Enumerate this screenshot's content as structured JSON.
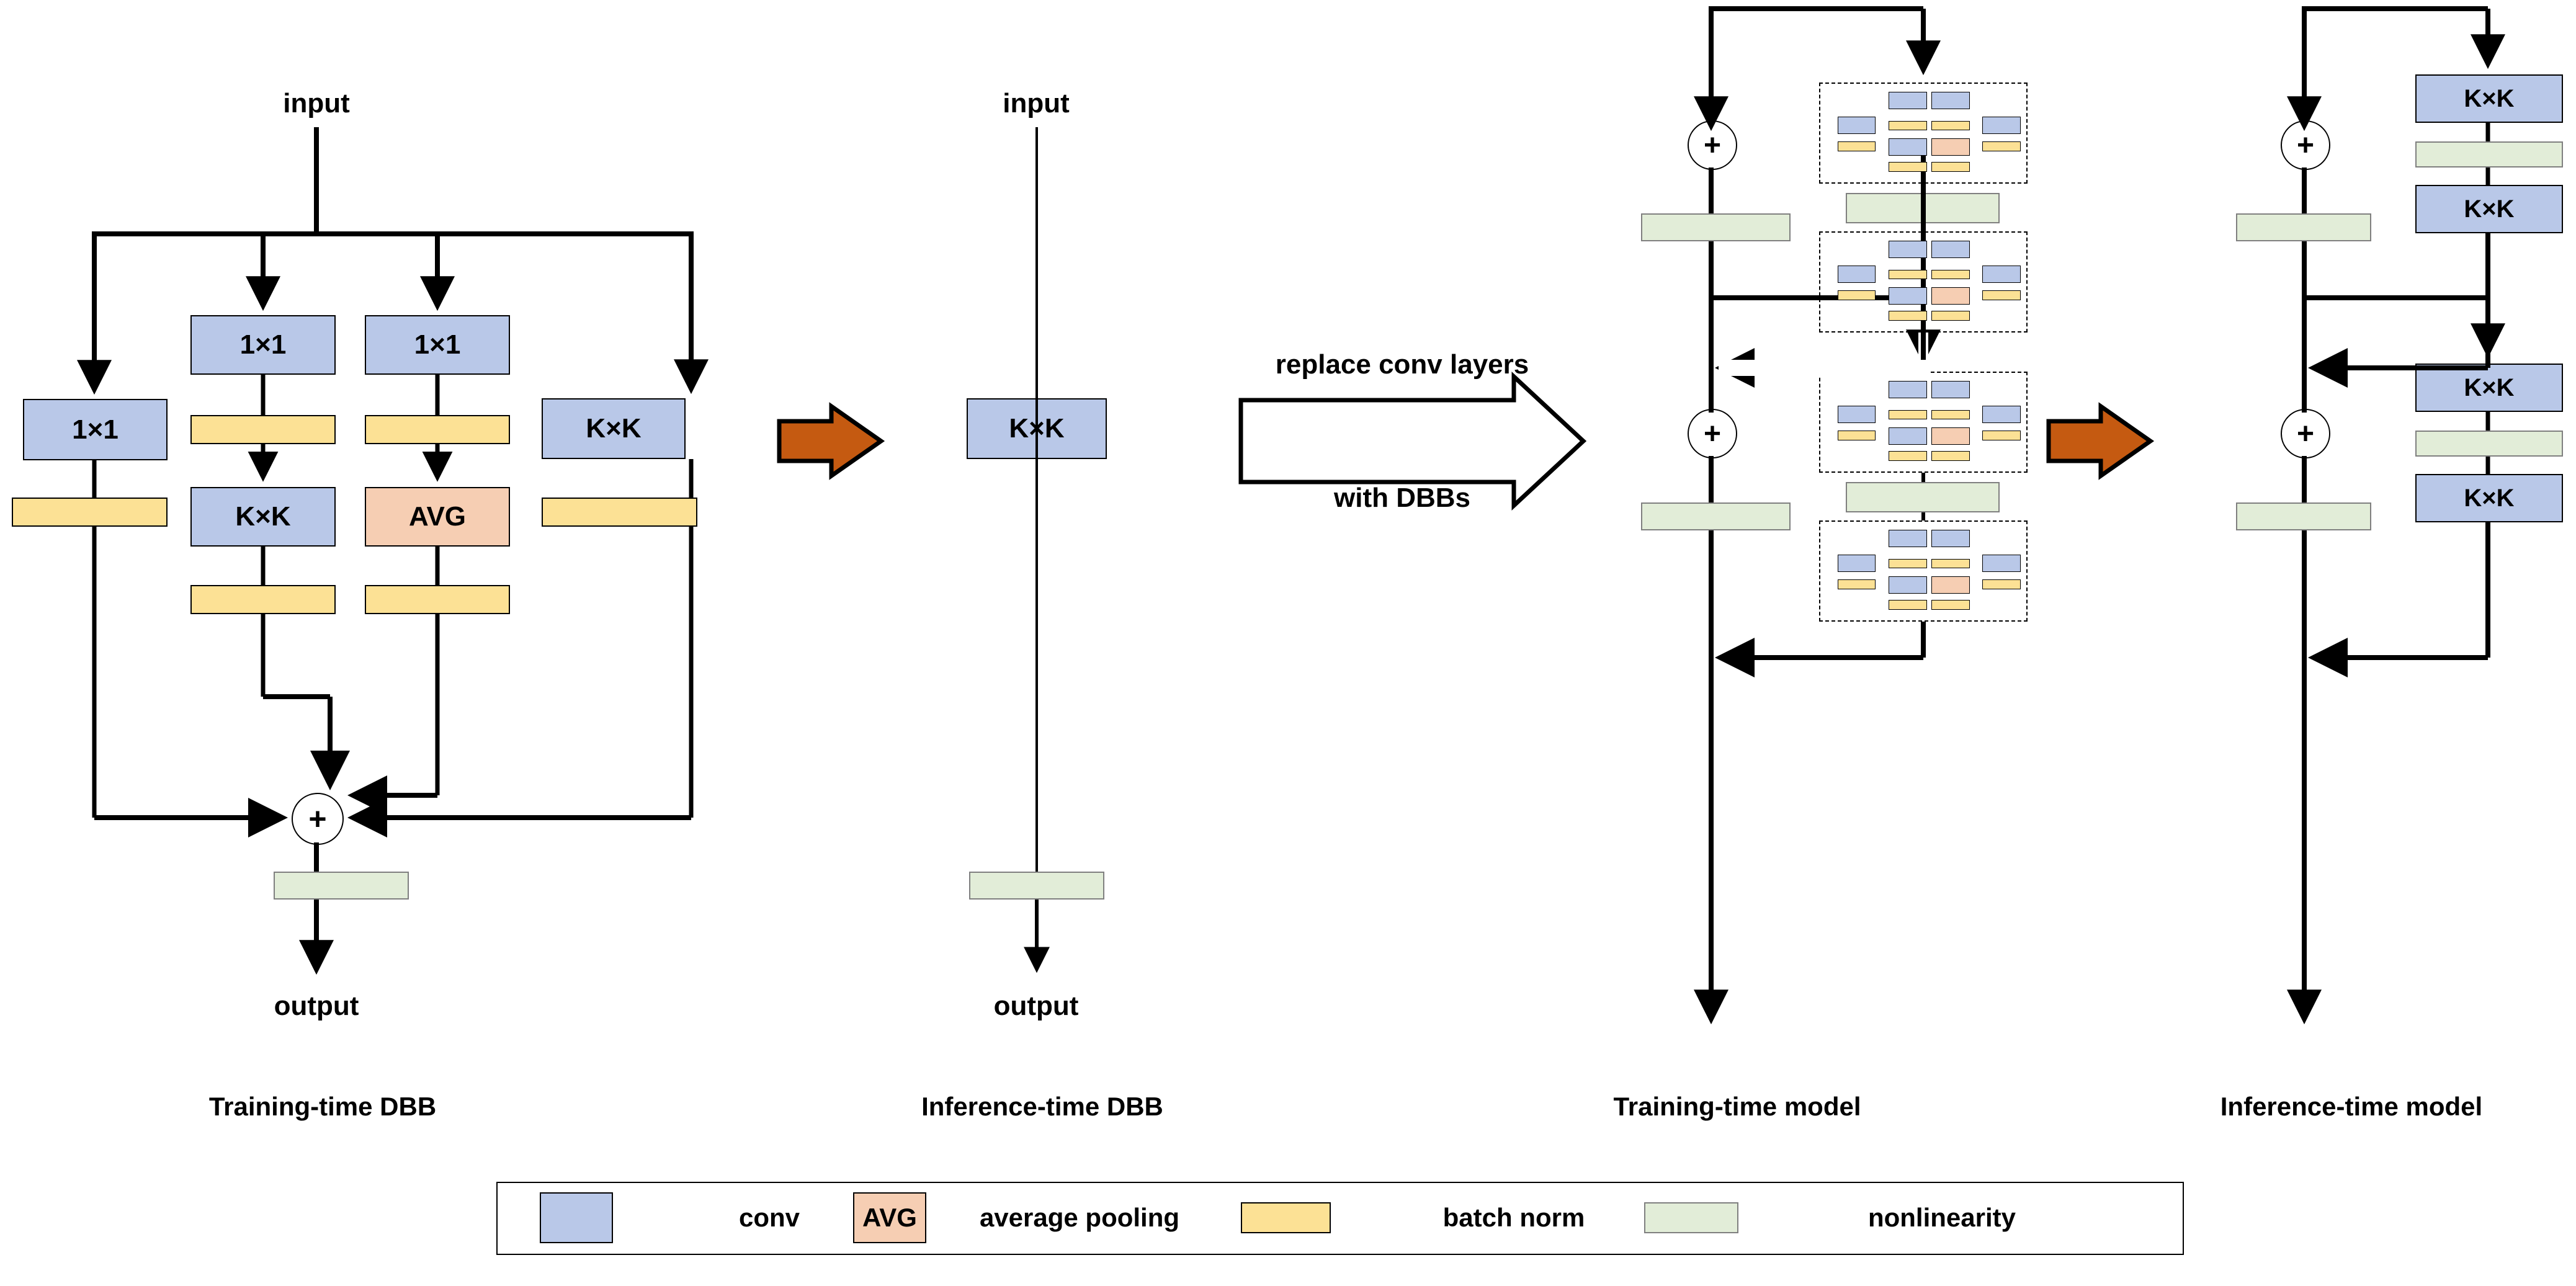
{
  "colors": {
    "conv": "#B9C8E8",
    "avg": "#F6CEB3",
    "batch_norm": "#FCE195",
    "nonlinearity": "#E2EDD8",
    "arrow_orange": "#C55A11",
    "line": "#000000"
  },
  "panels": [
    {
      "id": "training-time-dbb",
      "caption": "Training-time DBB",
      "input_label": "input",
      "output_label": "output",
      "branches": [
        {
          "id": "branch-1",
          "blocks": [
            {
              "type": "conv",
              "label": "1×1"
            },
            {
              "type": "batch_norm",
              "label": ""
            }
          ]
        },
        {
          "id": "branch-2",
          "blocks": [
            {
              "type": "conv",
              "label": "1×1"
            },
            {
              "type": "batch_norm",
              "label": ""
            },
            {
              "type": "conv",
              "label": "K×K"
            },
            {
              "type": "batch_norm",
              "label": ""
            }
          ]
        },
        {
          "id": "branch-3",
          "blocks": [
            {
              "type": "conv",
              "label": "1×1"
            },
            {
              "type": "batch_norm",
              "label": ""
            },
            {
              "type": "avg",
              "label": "AVG"
            },
            {
              "type": "batch_norm",
              "label": ""
            }
          ]
        },
        {
          "id": "branch-4",
          "blocks": [
            {
              "type": "conv",
              "label": "K×K"
            },
            {
              "type": "batch_norm",
              "label": ""
            }
          ]
        }
      ],
      "merge_symbol": "+",
      "tail": [
        {
          "type": "nonlinearity",
          "label": ""
        }
      ]
    },
    {
      "id": "inference-time-dbb",
      "caption": "Inference-time DBB",
      "input_label": "input",
      "output_label": "output",
      "branches": [
        {
          "id": "branch-1",
          "blocks": [
            {
              "type": "conv",
              "label": "K×K"
            }
          ]
        }
      ],
      "tail": [
        {
          "type": "nonlinearity",
          "label": ""
        }
      ]
    },
    {
      "id": "training-time-model",
      "caption": "Training-time model",
      "units": [
        {
          "id": "res-unit-1",
          "dbb_blocks": 2,
          "merge_symbol": "+",
          "tail": [
            {
              "type": "nonlinearity",
              "label": ""
            }
          ]
        },
        {
          "id": "res-unit-2",
          "dbb_blocks": 2,
          "merge_symbol": "+",
          "tail": [
            {
              "type": "nonlinearity",
              "label": ""
            }
          ]
        }
      ]
    },
    {
      "id": "inference-time-model",
      "caption": "Inference-time model",
      "units": [
        {
          "id": "res-unit-1",
          "blocks": [
            {
              "type": "conv",
              "label": "K×K"
            },
            {
              "type": "nonlinearity",
              "label": ""
            },
            {
              "type": "conv",
              "label": "K×K"
            }
          ],
          "merge_symbol": "+",
          "tail": [
            {
              "type": "nonlinearity",
              "label": ""
            }
          ]
        },
        {
          "id": "res-unit-2",
          "blocks": [
            {
              "type": "conv",
              "label": "K×K"
            },
            {
              "type": "nonlinearity",
              "label": ""
            },
            {
              "type": "conv",
              "label": "K×K"
            }
          ],
          "merge_symbol": "+",
          "tail": [
            {
              "type": "nonlinearity",
              "label": ""
            }
          ]
        }
      ]
    }
  ],
  "transitions": [
    {
      "id": "transition-1",
      "style": "solid-orange",
      "top_label": "",
      "bottom_label": ""
    },
    {
      "id": "transition-2",
      "style": "outline-white",
      "top_label": "replace conv layers",
      "bottom_label": "with DBBs"
    },
    {
      "id": "transition-3",
      "style": "solid-orange",
      "top_label": "",
      "bottom_label": ""
    }
  ],
  "legend": {
    "items": [
      {
        "swatch_type": "conv",
        "swatch_label": "",
        "text": "conv"
      },
      {
        "swatch_type": "avg",
        "swatch_label": "AVG",
        "text": "average pooling"
      },
      {
        "swatch_type": "batch_norm",
        "swatch_label": "",
        "text": "batch norm"
      },
      {
        "swatch_type": "nonlinearity",
        "swatch_label": "",
        "text": "nonlinearity"
      }
    ]
  },
  "mini_dbb": {
    "description": "miniature diverse branch block",
    "rows": 4
  }
}
